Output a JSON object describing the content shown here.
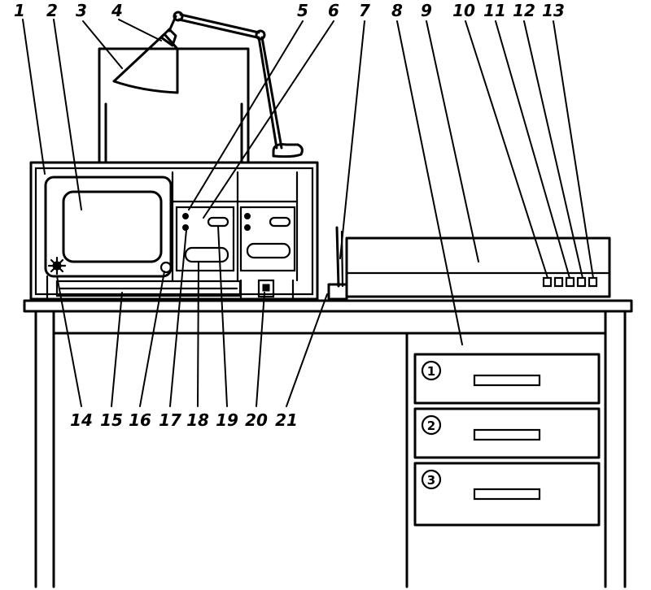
{
  "labels": {
    "top": [
      "1",
      "2",
      "3",
      "4",
      "5",
      "6",
      "7",
      "8",
      "9",
      "10",
      "11",
      "12",
      "13"
    ],
    "bottom": [
      "14",
      "15",
      "16",
      "17",
      "18",
      "19",
      "20",
      "21"
    ]
  },
  "drawers": [
    "1",
    "2",
    "3"
  ]
}
